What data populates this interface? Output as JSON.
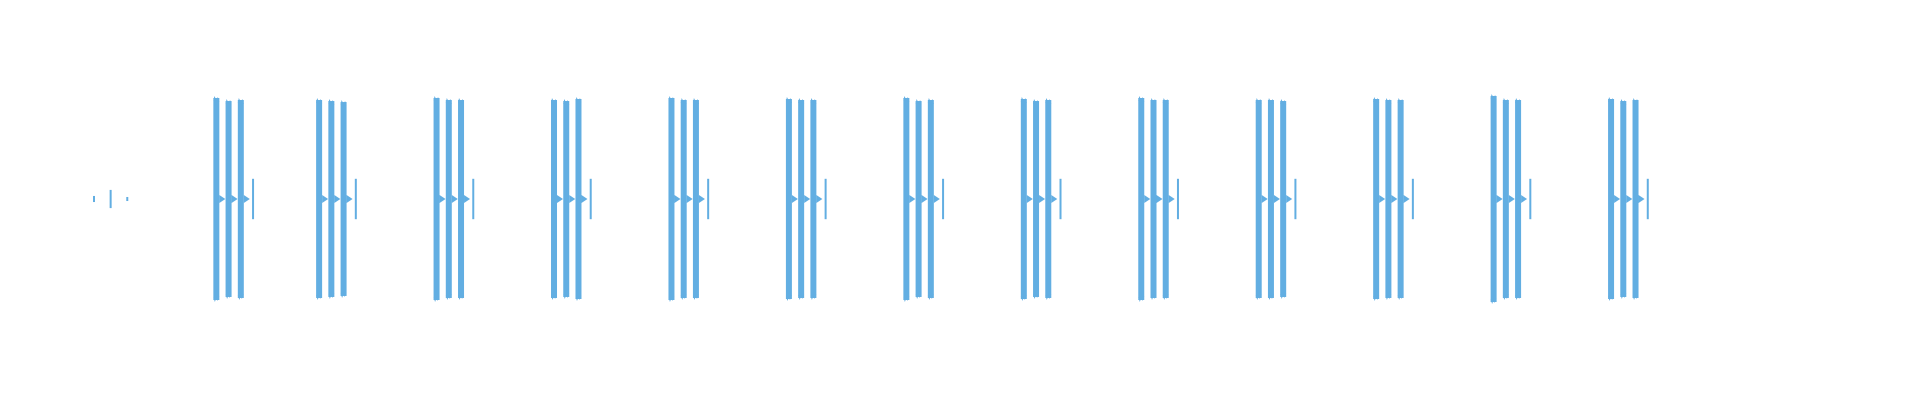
{
  "waveform": {
    "color": "#62aee2",
    "background": "#ffffff",
    "duration_seconds": 16,
    "amplitude_range": [
      -1,
      1
    ],
    "bursts": [
      {
        "onset": 0.0,
        "peaks": [
          0.03,
          0.09,
          0.02
        ]
      },
      {
        "onset": 1.25,
        "peaks": [
          1.0,
          0.97,
          0.98,
          0.2
        ]
      },
      {
        "onset": 2.3,
        "peaks": [
          0.98,
          0.97,
          0.96,
          0.2
        ]
      },
      {
        "onset": 3.5,
        "peaks": [
          1.0,
          0.98,
          0.98,
          0.2
        ]
      },
      {
        "onset": 4.7,
        "peaks": [
          0.98,
          0.97,
          0.99,
          0.2
        ]
      },
      {
        "onset": 5.9,
        "peaks": [
          1.0,
          0.98,
          0.98,
          0.2
        ]
      },
      {
        "onset": 7.1,
        "peaks": [
          0.99,
          0.98,
          0.98,
          0.2
        ]
      },
      {
        "onset": 8.3,
        "peaks": [
          1.0,
          0.97,
          0.98,
          0.2
        ]
      },
      {
        "onset": 9.5,
        "peaks": [
          0.99,
          0.97,
          0.98,
          0.2
        ]
      },
      {
        "onset": 10.7,
        "peaks": [
          1.0,
          0.98,
          0.98,
          0.2
        ]
      },
      {
        "onset": 11.9,
        "peaks": [
          0.98,
          0.98,
          0.97,
          0.2
        ]
      },
      {
        "onset": 13.1,
        "peaks": [
          0.99,
          0.98,
          0.98,
          0.2
        ]
      },
      {
        "onset": 14.3,
        "peaks": [
          1.02,
          0.98,
          0.98,
          0.2
        ]
      },
      {
        "onset": 15.5,
        "peaks": [
          0.99,
          0.97,
          0.98,
          0.2
        ]
      }
    ]
  }
}
